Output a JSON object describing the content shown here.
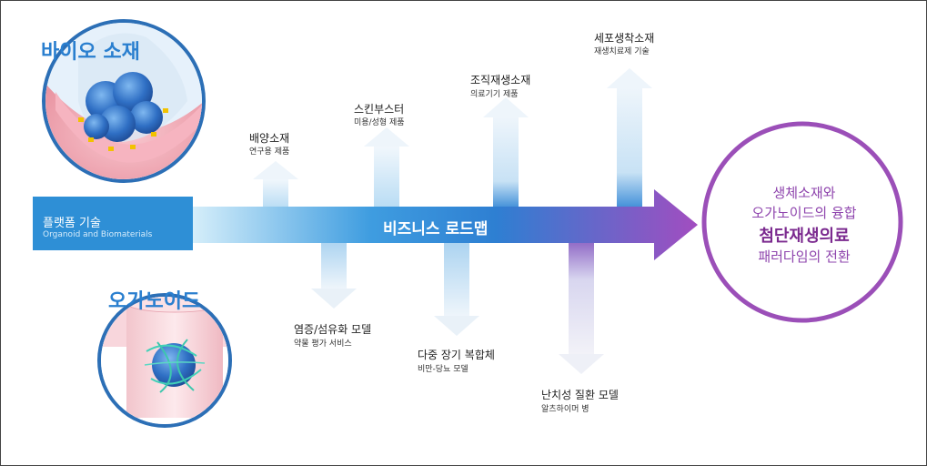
{
  "platform": {
    "title": "플랫폼 기술",
    "subtitle": "Organoid and Biomaterials"
  },
  "roadmap_label": "비즈니스 로드맵",
  "bio_material": {
    "title": "바이오 소재"
  },
  "organoid": {
    "title": "오가노이드"
  },
  "up_items": [
    {
      "title": "배양소재",
      "subtitle": "연구용 제품"
    },
    {
      "title": "스킨부스터",
      "subtitle": "미용/성형 제품"
    },
    {
      "title": "조직재생소재",
      "subtitle": "의료기기 제품"
    },
    {
      "title": "세포생착소재",
      "subtitle": "재생치료제 기술"
    }
  ],
  "down_items": [
    {
      "title": "염증/섬유화 모델",
      "subtitle": "약물 평가 서비스"
    },
    {
      "title": "다중 장기 복합체",
      "subtitle": "비만-당뇨 모델"
    },
    {
      "title": "난치성 질환 모델",
      "subtitle": "알츠하이머 병"
    }
  ],
  "result": {
    "line1": "생체소재와",
    "line2": "오가노이드의 융합",
    "line3": "첨단재생의료",
    "line4": "패러다임의 전환"
  },
  "colors": {
    "platform_blue": "#2e8fd6",
    "arrow_start": "#bfe2f6",
    "arrow_mid": "#2d8fd6",
    "arrow_end": "#a04cc0",
    "result_border": "#9b4fb8",
    "result_text": "#8e44ad"
  }
}
